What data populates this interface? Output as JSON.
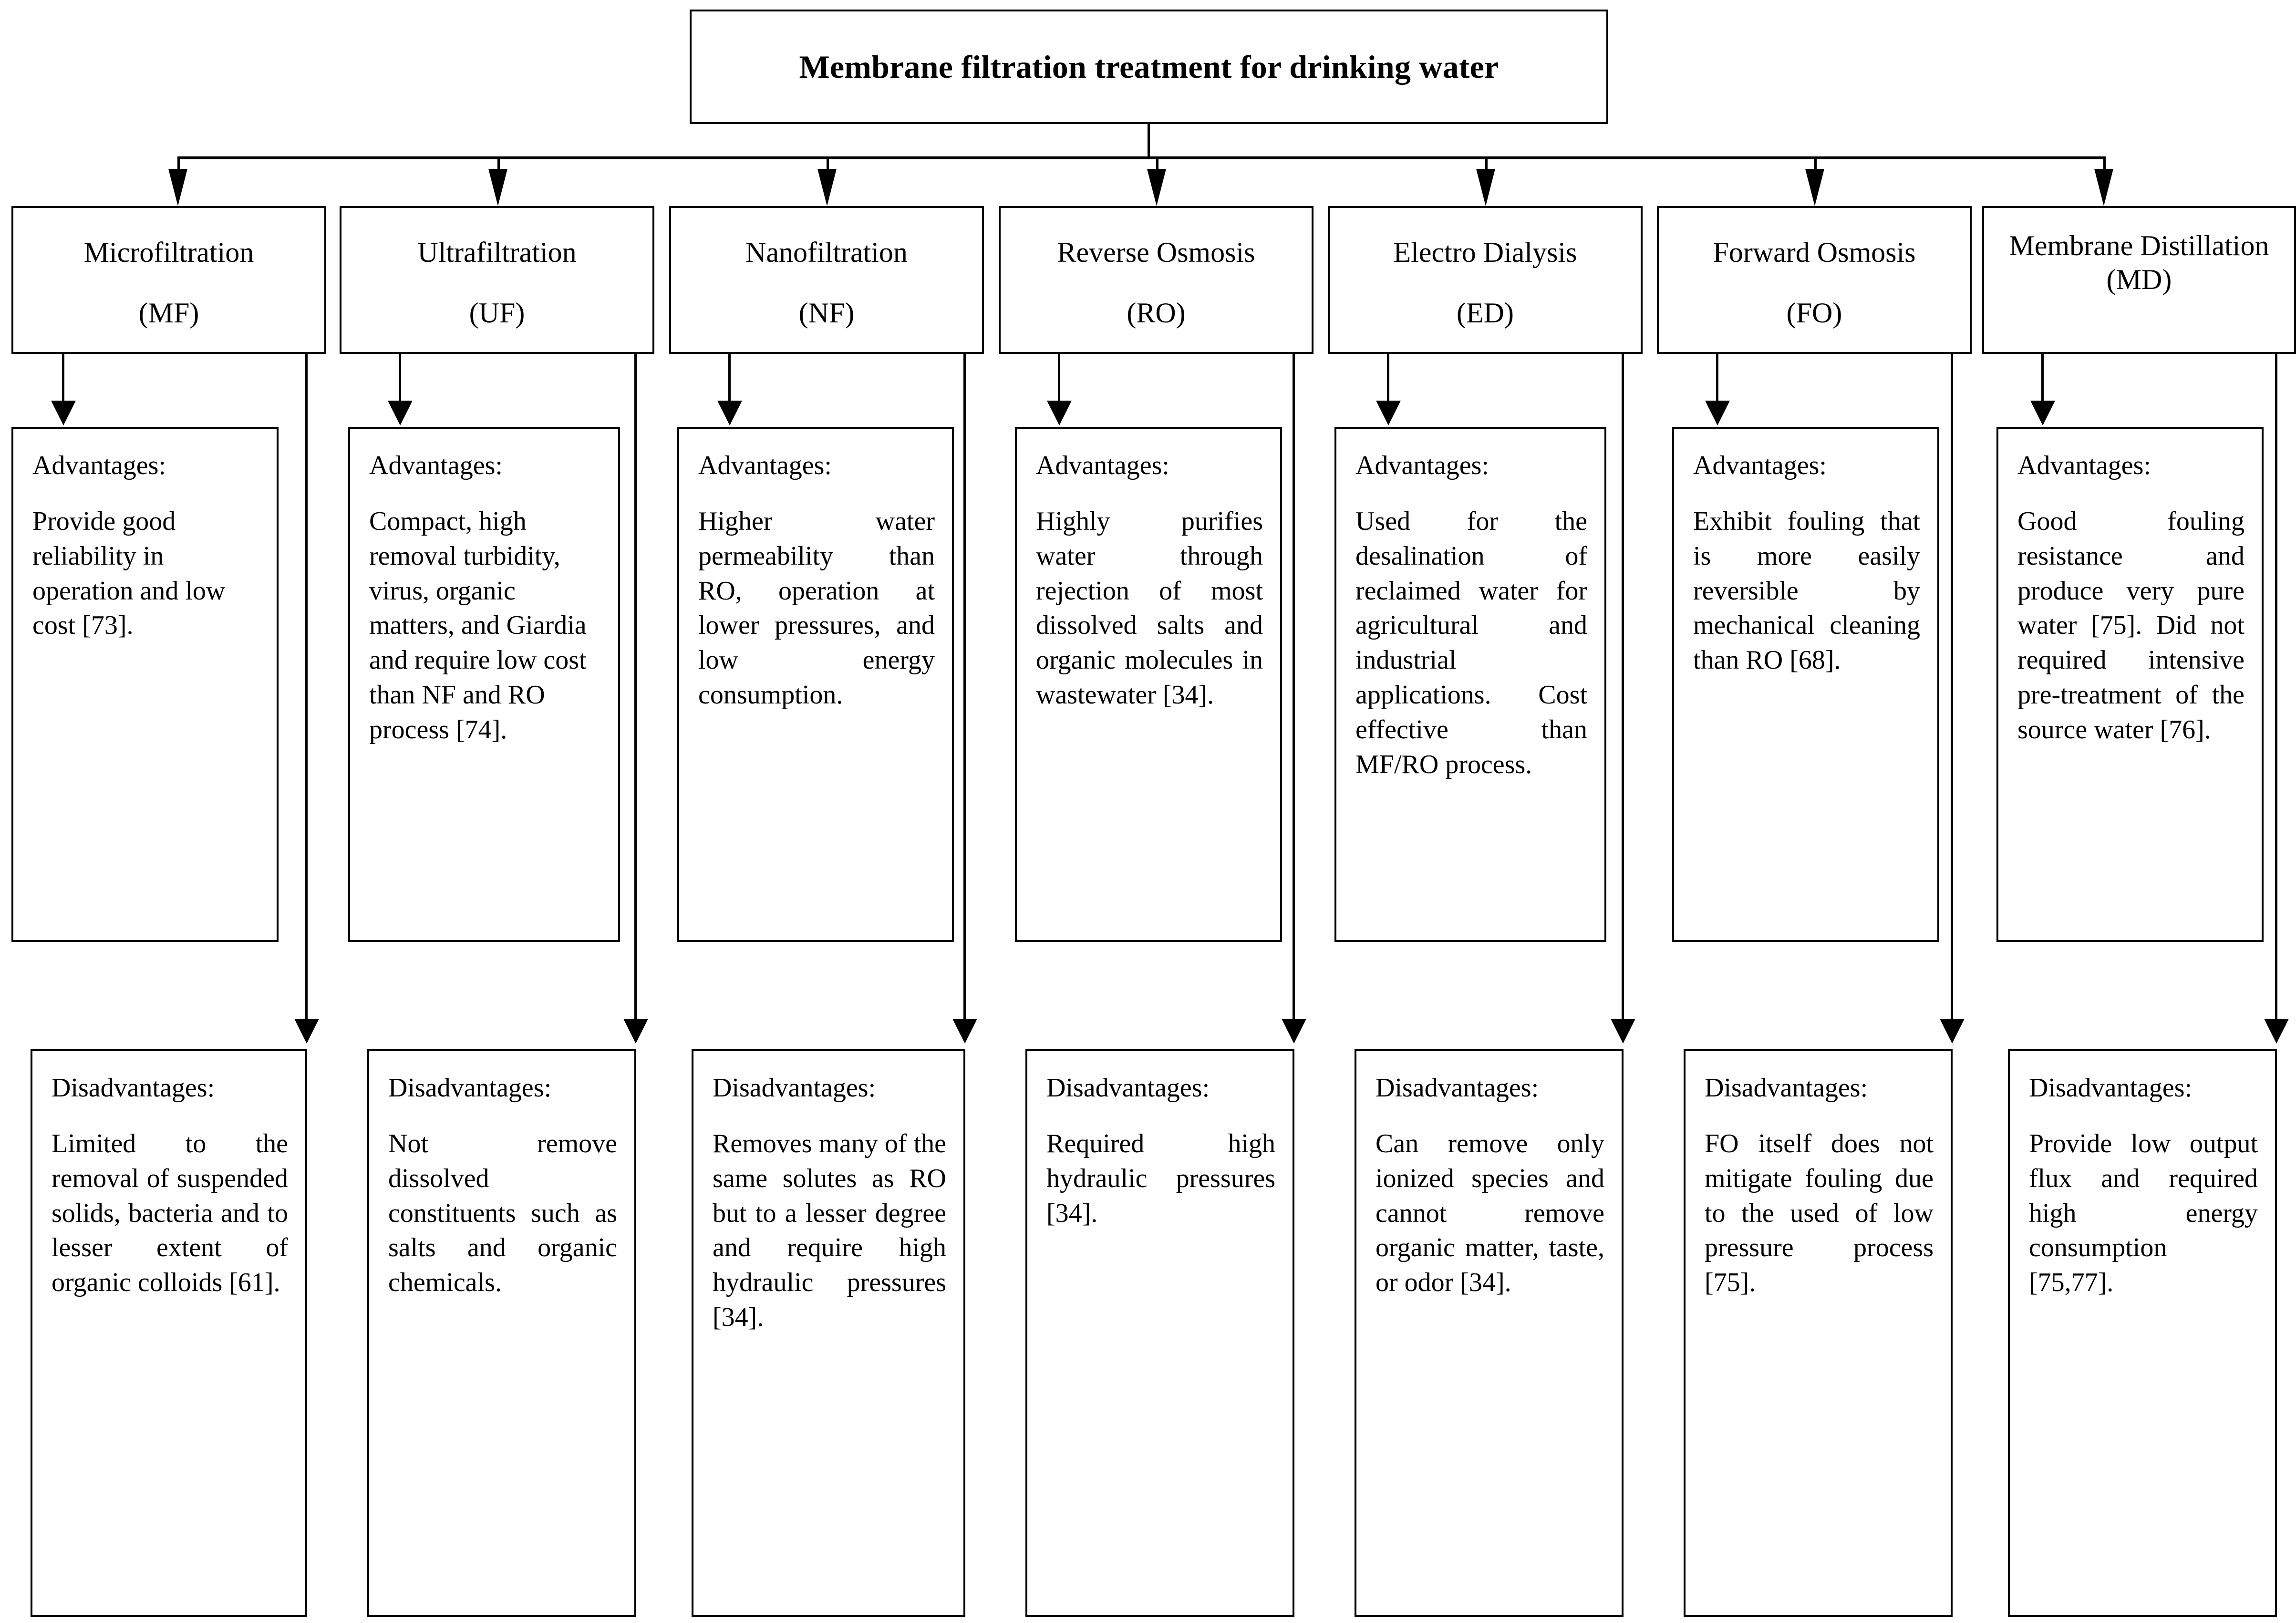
{
  "title": {
    "text": "Membrane filtration treatment for drinking water"
  },
  "labels": {
    "advantages_heading": "Advantages:",
    "disadvantages_heading": "Disadvantages:"
  },
  "processes": [
    {
      "name": "Microfiltration",
      "abbr": "(MF)",
      "advantages": "Provide good reliability in operation and low cost [73].",
      "disadvantages": "Limited to the removal of suspended solids, bacteria and to lesser extent of organic colloids [61]."
    },
    {
      "name": "Ultrafiltration",
      "abbr": "(UF)",
      "advantages": "Compact, high removal turbidity, virus, organic matters, and Giardia and require low cost than NF and RO process [74].",
      "disadvantages": "Not remove dissolved constituents such as salts and organic chemicals."
    },
    {
      "name": "Nanofiltration",
      "abbr": "(NF)",
      "advantages": "Higher water permeability than RO, operation at lower pressures, and low energy consumption.",
      "disadvantages": "Removes many of the same solutes as RO but to a lesser degree and require high hydraulic pressures [34]."
    },
    {
      "name": "Reverse Osmosis",
      "abbr": "(RO)",
      "advantages": "Highly purifies water through rejection of most dissolved salts and organic molecules in wastewater [34].",
      "disadvantages": "Required high hydraulic pressures [34]."
    },
    {
      "name": "Electro Dialysis",
      "abbr": "(ED)",
      "advantages": "Used for the desalination of reclaimed water for agricultural and industrial applications. Cost effective than MF/RO process.",
      "disadvantages": "Can remove only ionized species and cannot remove organic matter, taste, or odor [34]."
    },
    {
      "name": "Forward Osmosis",
      "abbr": "(FO)",
      "advantages": "Exhibit fouling that is more easily reversible by mechanical cleaning than RO [68].",
      "disadvantages": "FO itself does not mitigate fouling due to the used of low pressure process [75]."
    },
    {
      "name": "Membrane Distillation (MD)",
      "abbr": "",
      "advantages": "Good fouling resistance and produce very pure water [75]. Did not required intensive pre-treatment of the source water [76].",
      "disadvantages": "Provide low output flux and required high energy consumption [75,77]."
    }
  ]
}
